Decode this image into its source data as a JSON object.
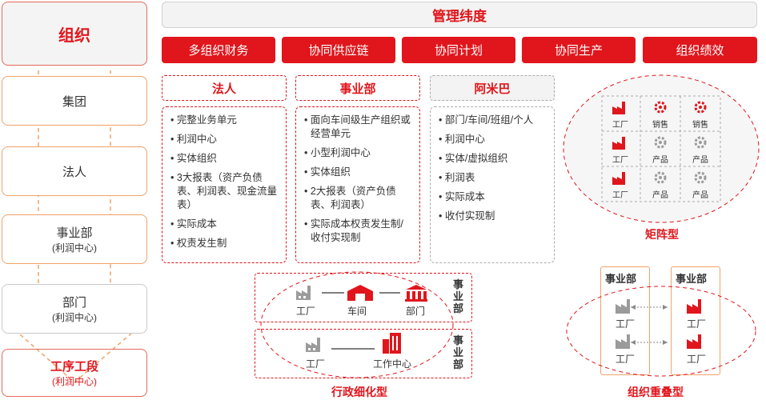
{
  "left": {
    "title": "组织",
    "items": [
      {
        "label": "集团",
        "sub": ""
      },
      {
        "label": "法人",
        "sub": ""
      },
      {
        "label": "事业部",
        "sub": "(利润中心)"
      },
      {
        "label": "部门",
        "sub": "(利润中心)"
      },
      {
        "label": "工序工段",
        "sub": "(利润中心)"
      }
    ]
  },
  "header": {
    "title": "管理纬度"
  },
  "tabs": [
    "多组织财务",
    "协同供应链",
    "协同计划",
    "协同生产",
    "组织绩效"
  ],
  "columns": [
    {
      "head": "法人",
      "items": [
        "完整业务单元",
        "利润中心",
        "实体组织",
        "3大报表（资产负债表、利润表、现金流量表）",
        "实际成本",
        "权责发生制"
      ]
    },
    {
      "head": "事业部",
      "items": [
        "面向车间级生产组织或经营单元",
        "小型利润中心",
        "实体组织",
        "2大报表（资产负债表、利润表）",
        "实际成本权责发生制/收付实现制"
      ]
    },
    {
      "head": "阿米巴",
      "items": [
        "部门/车间/班组/个人",
        "利润中心",
        "实体/虚拟组织",
        "利润表",
        "实际成本",
        "收付实现制"
      ]
    }
  ],
  "matrix": {
    "caption": "矩阵型",
    "factory": "工厂",
    "sales": "销售",
    "product": "产品"
  },
  "admin": {
    "caption": "行政细化型",
    "row1": [
      "工厂",
      "车间",
      "部门"
    ],
    "row2": [
      "工厂",
      "工作中心"
    ],
    "side": "事业部"
  },
  "overlap": {
    "caption": "组织重叠型",
    "headers": [
      "事业部",
      "事业部"
    ],
    "factory": "工厂"
  },
  "colors": {
    "red": "#e0161c",
    "gray": "#9b9b9b",
    "orange": "#f0a36a"
  }
}
